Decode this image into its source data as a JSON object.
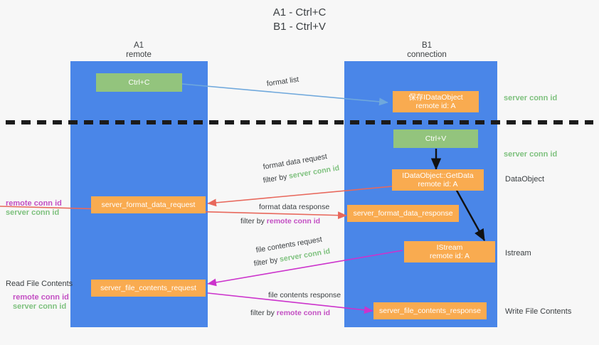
{
  "title": {
    "line1": "A1 - Ctrl+C",
    "line2": "B1 - Ctrl+V"
  },
  "colors": {
    "lane": "#4a86e8",
    "green_box": "#93c47d",
    "orange_box": "#f9ab50",
    "server_conn_id": "#7ec17e",
    "remote_conn_id": "#c34fc3",
    "text": "#3c4043",
    "red_arrow": "#e8685c",
    "magenta_arrow": "#cc33cc",
    "blue_arrow": "#6fa8dc",
    "black_arrow": "#000000",
    "background": "#f7f7f7"
  },
  "lanes": [
    {
      "name": "a1",
      "title": "A1",
      "subtitle": "remote"
    },
    {
      "name": "b1",
      "title": "B1",
      "subtitle": "connection"
    }
  ],
  "boxes": {
    "ctrl_c": {
      "label": "Ctrl+C",
      "style": "green"
    },
    "ctrl_v": {
      "label": "Ctrl+V",
      "style": "green"
    },
    "save_idataobject": {
      "line1": "保存IDataObject",
      "line2": "remote id: A",
      "style": "orange"
    },
    "getdata": {
      "line1": "IDataObject::GetData",
      "line2": "remote id: A",
      "style": "orange"
    },
    "istream": {
      "line1": "IStream",
      "line2": "remote id: A",
      "style": "orange"
    },
    "server_format_data_request": {
      "label": "server_format_data_request",
      "style": "orange"
    },
    "server_format_data_response": {
      "label": "server_format_data_response",
      "style": "orange"
    },
    "server_file_contents_request": {
      "label": "server_file_contents_request",
      "style": "orange"
    },
    "server_file_contents_response": {
      "label": "server_file_contents_response",
      "style": "orange"
    }
  },
  "arrow_labels": {
    "format_list": "format list",
    "format_data_request": "format data request",
    "format_data_request_filter_prefix": "filter by ",
    "format_data_request_filter_value": "server conn id",
    "format_data_response": "format data response",
    "format_data_response_filter_prefix": "filter by ",
    "format_data_response_filter_value": "remote conn id",
    "file_contents_request": "file contents request",
    "file_contents_request_filter_prefix": "filter by ",
    "file_contents_request_filter_value": "server conn id",
    "file_contents_response": "file contents response",
    "file_contents_response_filter_prefix": "filter by ",
    "file_contents_response_filter_value": "remote conn id"
  },
  "right_labels": {
    "server_conn_id_top": "server conn id",
    "server_conn_id_second": "server conn id",
    "dataobject": "DataObject",
    "istream": "Istream",
    "write_file_contents": "Write File Contents"
  },
  "left_labels": {
    "remote_conn_id_upper": "remote conn id",
    "server_conn_id_upper": "server conn id",
    "read_file_contents": "Read File Contents",
    "remote_conn_id_lower": "remote conn id",
    "server_conn_id_lower": "server conn id"
  }
}
